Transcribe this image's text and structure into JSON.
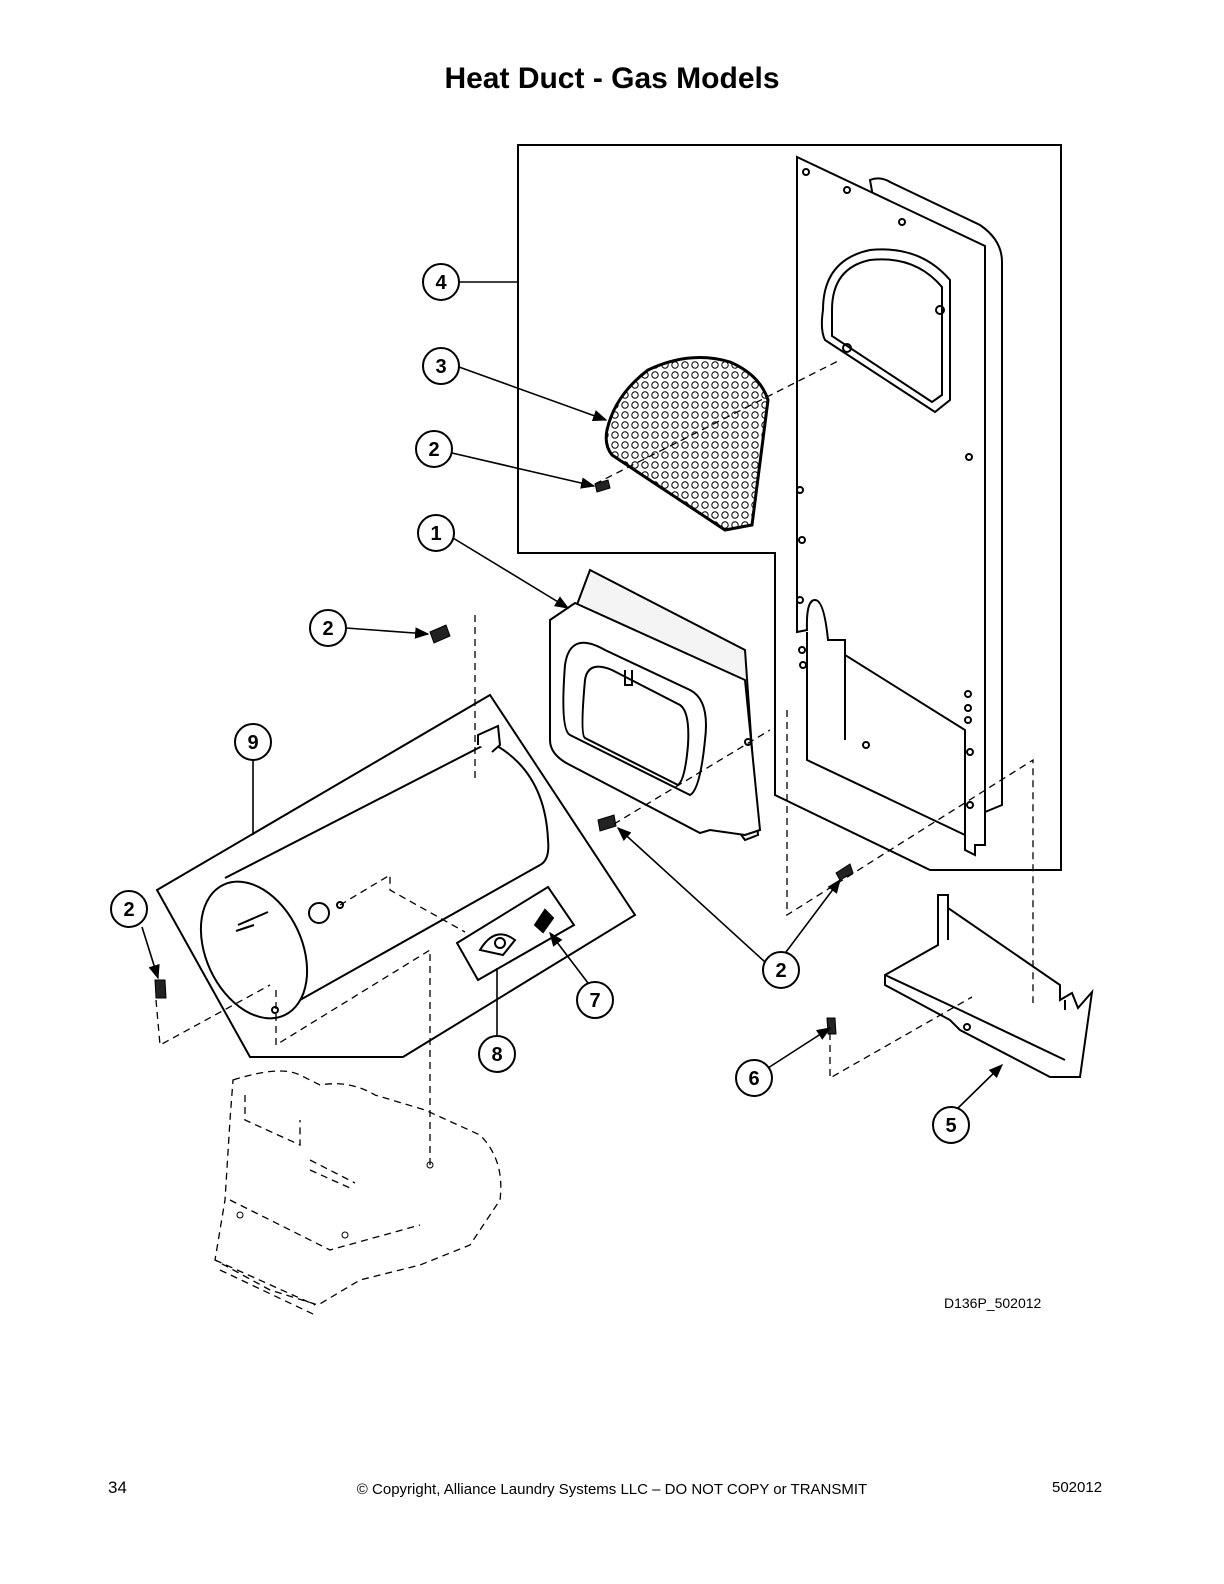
{
  "title": "Heat Duct - Gas Models",
  "callouts": {
    "c4": "4",
    "c3": "3",
    "c2a": "2",
    "c1": "1",
    "c2b": "2",
    "c9": "9",
    "c2c": "2",
    "c2d": "2",
    "c7": "7",
    "c8": "8",
    "c6": "6",
    "c5": "5"
  },
  "figure_code": "D136P_502012",
  "footer": {
    "page_number": "34",
    "copyright": "© Copyright, Alliance Laundry Systems LLC – DO NOT COPY or TRANSMIT",
    "doc_number": "502012"
  }
}
